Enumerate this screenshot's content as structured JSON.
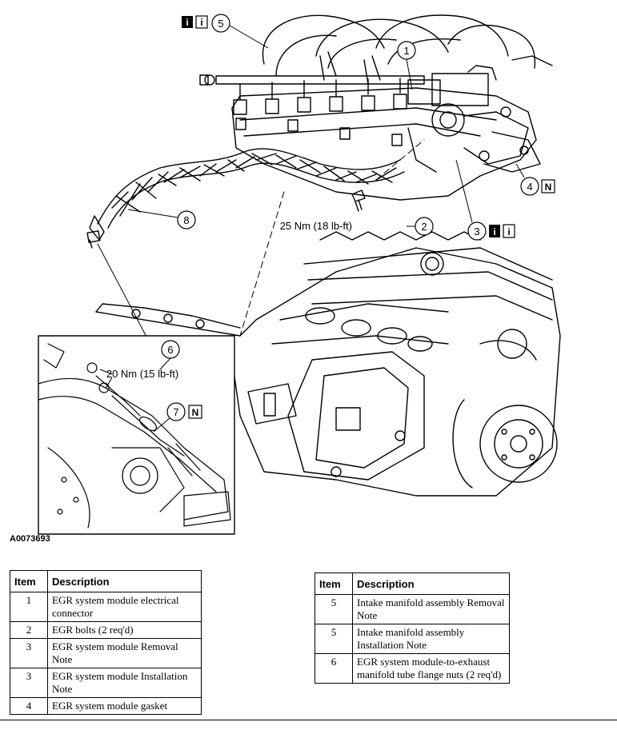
{
  "figure": {
    "code": "A0073693",
    "callouts": {
      "c1": "1",
      "c2": "2",
      "c3": "3",
      "c4": "4",
      "c5": "5",
      "c6": "6",
      "c7": "7",
      "c8": "8"
    },
    "torque_main": "25 Nm (18 lb-ft)",
    "torque_inset": "20 Nm (15 lb-ft)",
    "info_icon_letter": "i",
    "note_letter": "N"
  },
  "legend": {
    "header_item": "Item",
    "header_desc": "Description",
    "left_rows": [
      {
        "item": "1",
        "desc": "EGR system module electrical connector"
      },
      {
        "item": "2",
        "desc": "EGR bolts (2 req'd)"
      },
      {
        "item": "3",
        "desc": "EGR system module Removal Note"
      },
      {
        "item": "3",
        "desc": "EGR system module Installation Note"
      },
      {
        "item": "4",
        "desc": "EGR system module gasket"
      }
    ],
    "right_rows": [
      {
        "item": "5",
        "desc": "Intake manifold assembly Removal Note"
      },
      {
        "item": "5",
        "desc": "Intake manifold assembly Installation Note"
      },
      {
        "item": "6",
        "desc": "EGR system module-to-exhaust manifold tube flange nuts (2 req'd)"
      }
    ]
  }
}
